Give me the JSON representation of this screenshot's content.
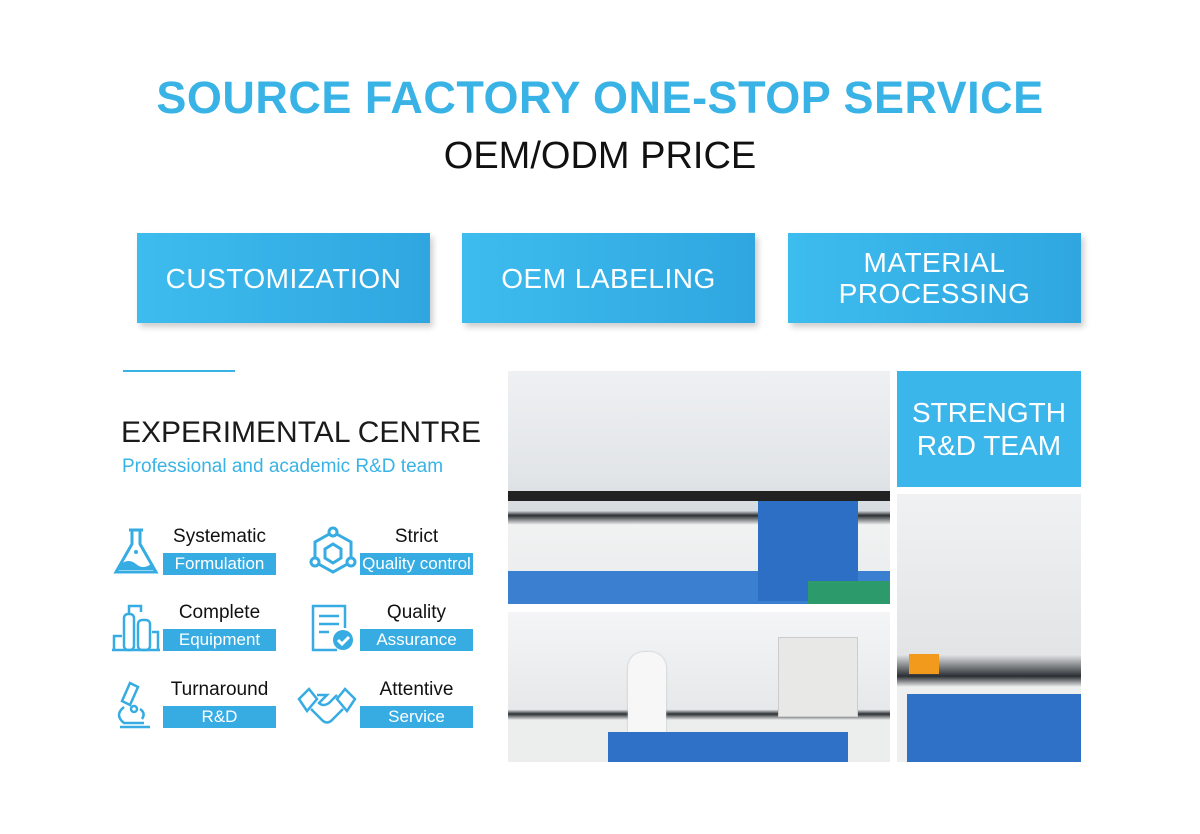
{
  "header": {
    "title": "SOURCE FACTORY ONE-STOP SERVICE",
    "subtitle": "OEM/ODM PRICE"
  },
  "services": [
    "CUSTOMIZATION",
    "OEM LABELING",
    "MATERIAL PROCESSING"
  ],
  "experimental": {
    "title": "EXPERIMENTAL CENTRE",
    "subtitle": "Professional and academic R&D team"
  },
  "features": [
    {
      "icon": "flask-icon",
      "line1": "Systematic",
      "line2": "Formulation"
    },
    {
      "icon": "molecule-icon",
      "line1": "Strict",
      "line2": "Quality control"
    },
    {
      "icon": "factory-equipment-icon",
      "line1": "Complete",
      "line2": "Equipment"
    },
    {
      "icon": "document-check-icon",
      "line1": "Quality",
      "line2": "Assurance"
    },
    {
      "icon": "microscope-icon",
      "line1": "Turnaround",
      "line2": "R&D"
    },
    {
      "icon": "handshake-icon",
      "line1": "Attentive",
      "line2": "Service"
    }
  ],
  "strength": "STRENGTH R&D TEAM",
  "colors": {
    "accent": "#39b3e6",
    "text": "#111111"
  }
}
